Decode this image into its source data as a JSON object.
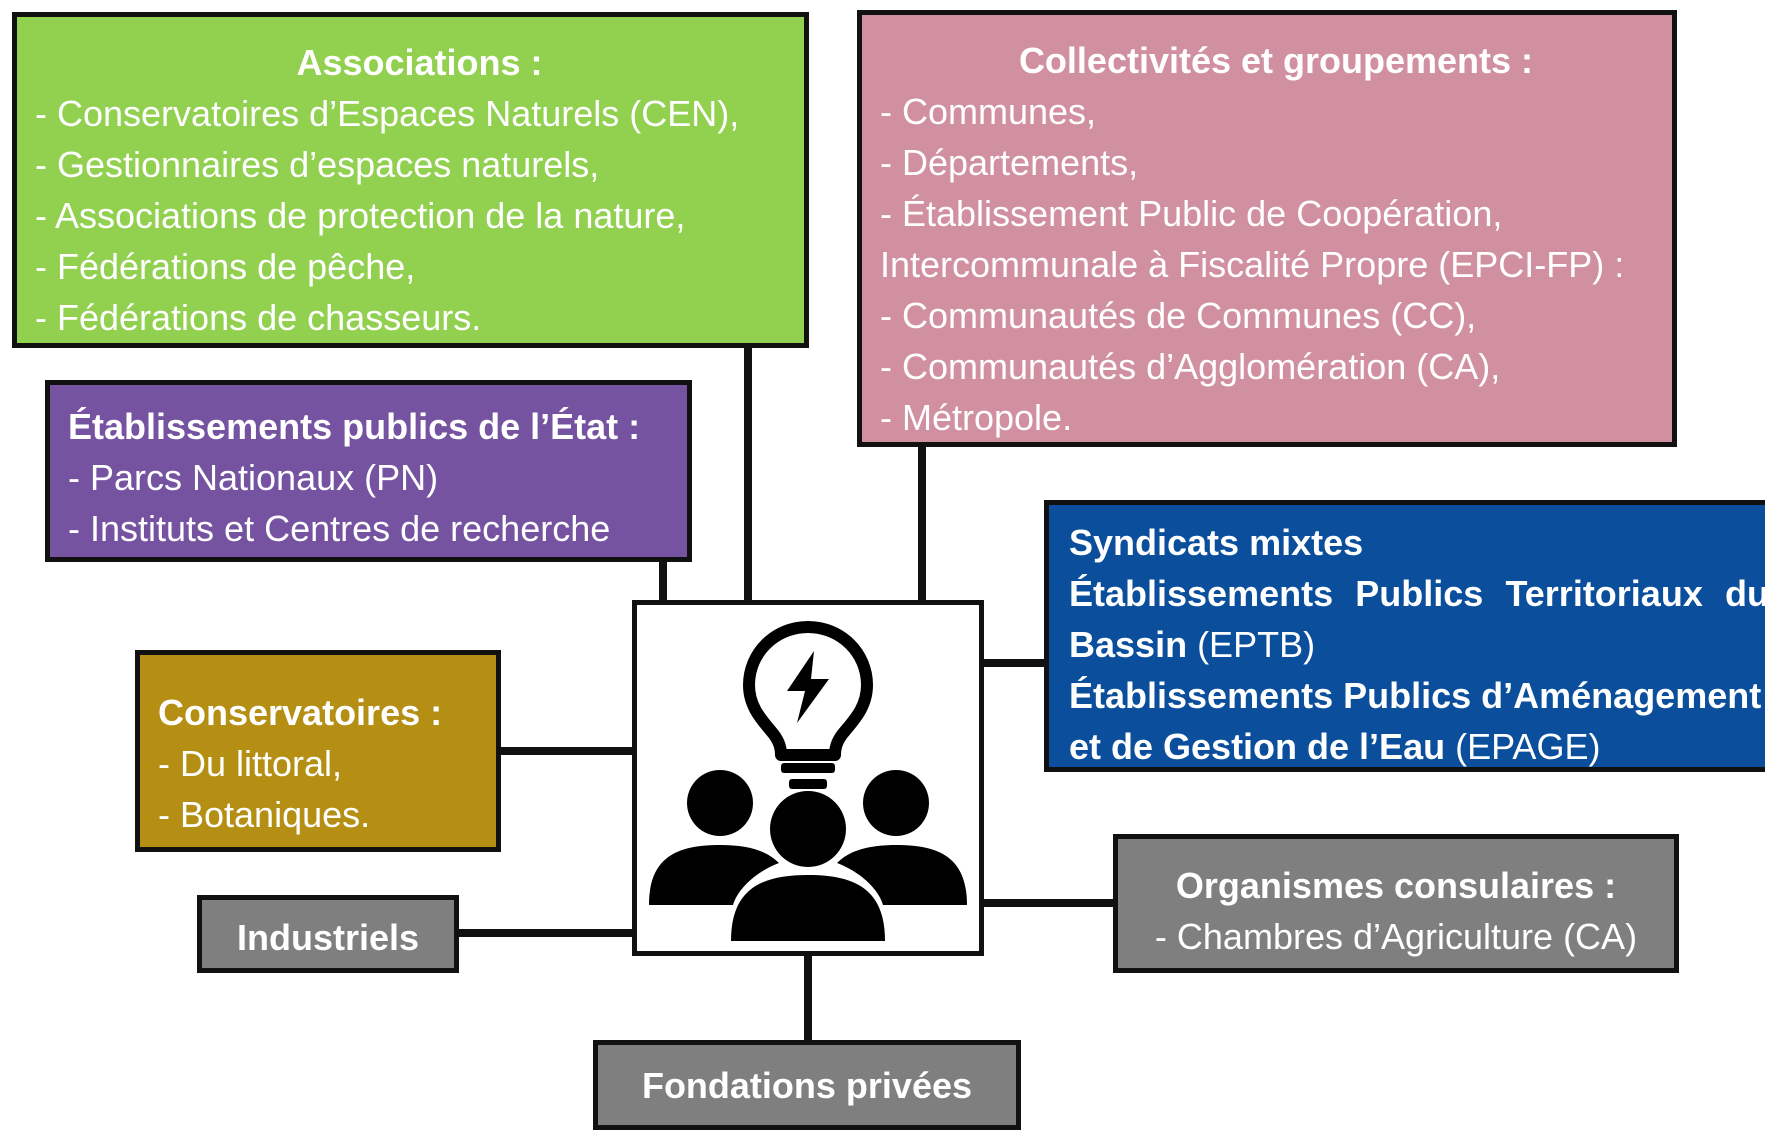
{
  "colors": {
    "associations": "#92d050",
    "collectivites": "#d1909f",
    "etablissements": "#7553a1",
    "syndicats": "#0a4e9c",
    "conservatoires": "#b58f13",
    "gray_boxes": "#7f7f7f",
    "lines": "#111111"
  },
  "associations": {
    "title": "Associations :",
    "items": [
      "- Conservatoires d’Espaces Naturels (CEN),",
      "- Gestionnaires d’espaces naturels,",
      "- Associations de protection de la nature,",
      "- Fédérations de pêche,",
      "- Fédérations de chasseurs."
    ]
  },
  "collectivites": {
    "title": "Collectivités et groupements :",
    "items": [
      "- Communes,",
      "- Départements,",
      "- Établissement Public de Coopération,",
      "Intercommunale à Fiscalité Propre (EPCI-FP) :",
      "- Communautés de Communes (CC),",
      "- Communautés d’Agglomération (CA),",
      "- Métropole."
    ]
  },
  "etablissements": {
    "title": "Établissements publics de l’État :",
    "items": [
      "- Parcs Nationaux (PN)",
      "- Instituts et Centres de recherche"
    ]
  },
  "syndicats": {
    "line1": "Syndicats mixtes",
    "line2_words": [
      "Établissements",
      "Publics",
      "Territoriaux",
      "du"
    ],
    "line3_bold": "Bassin",
    "line3_normal": " (EPTB)",
    "line4": "Établissements Publics d’Aménagement",
    "line5_bold": "et de Gestion de l’Eau",
    "line5_normal": " (EPAGE)"
  },
  "conservatoires": {
    "title": "Conservatoires :",
    "items": [
      "- Du littoral,",
      "- Botaniques."
    ]
  },
  "industriels": {
    "title": "Industriels"
  },
  "organismes": {
    "title": "Organismes consulaires :",
    "items": [
      "- Chambres d’Agriculture (CA)"
    ]
  },
  "fondations": {
    "title": "Fondations privées"
  },
  "center": {
    "icon": "stakeholders-idea-icon"
  }
}
